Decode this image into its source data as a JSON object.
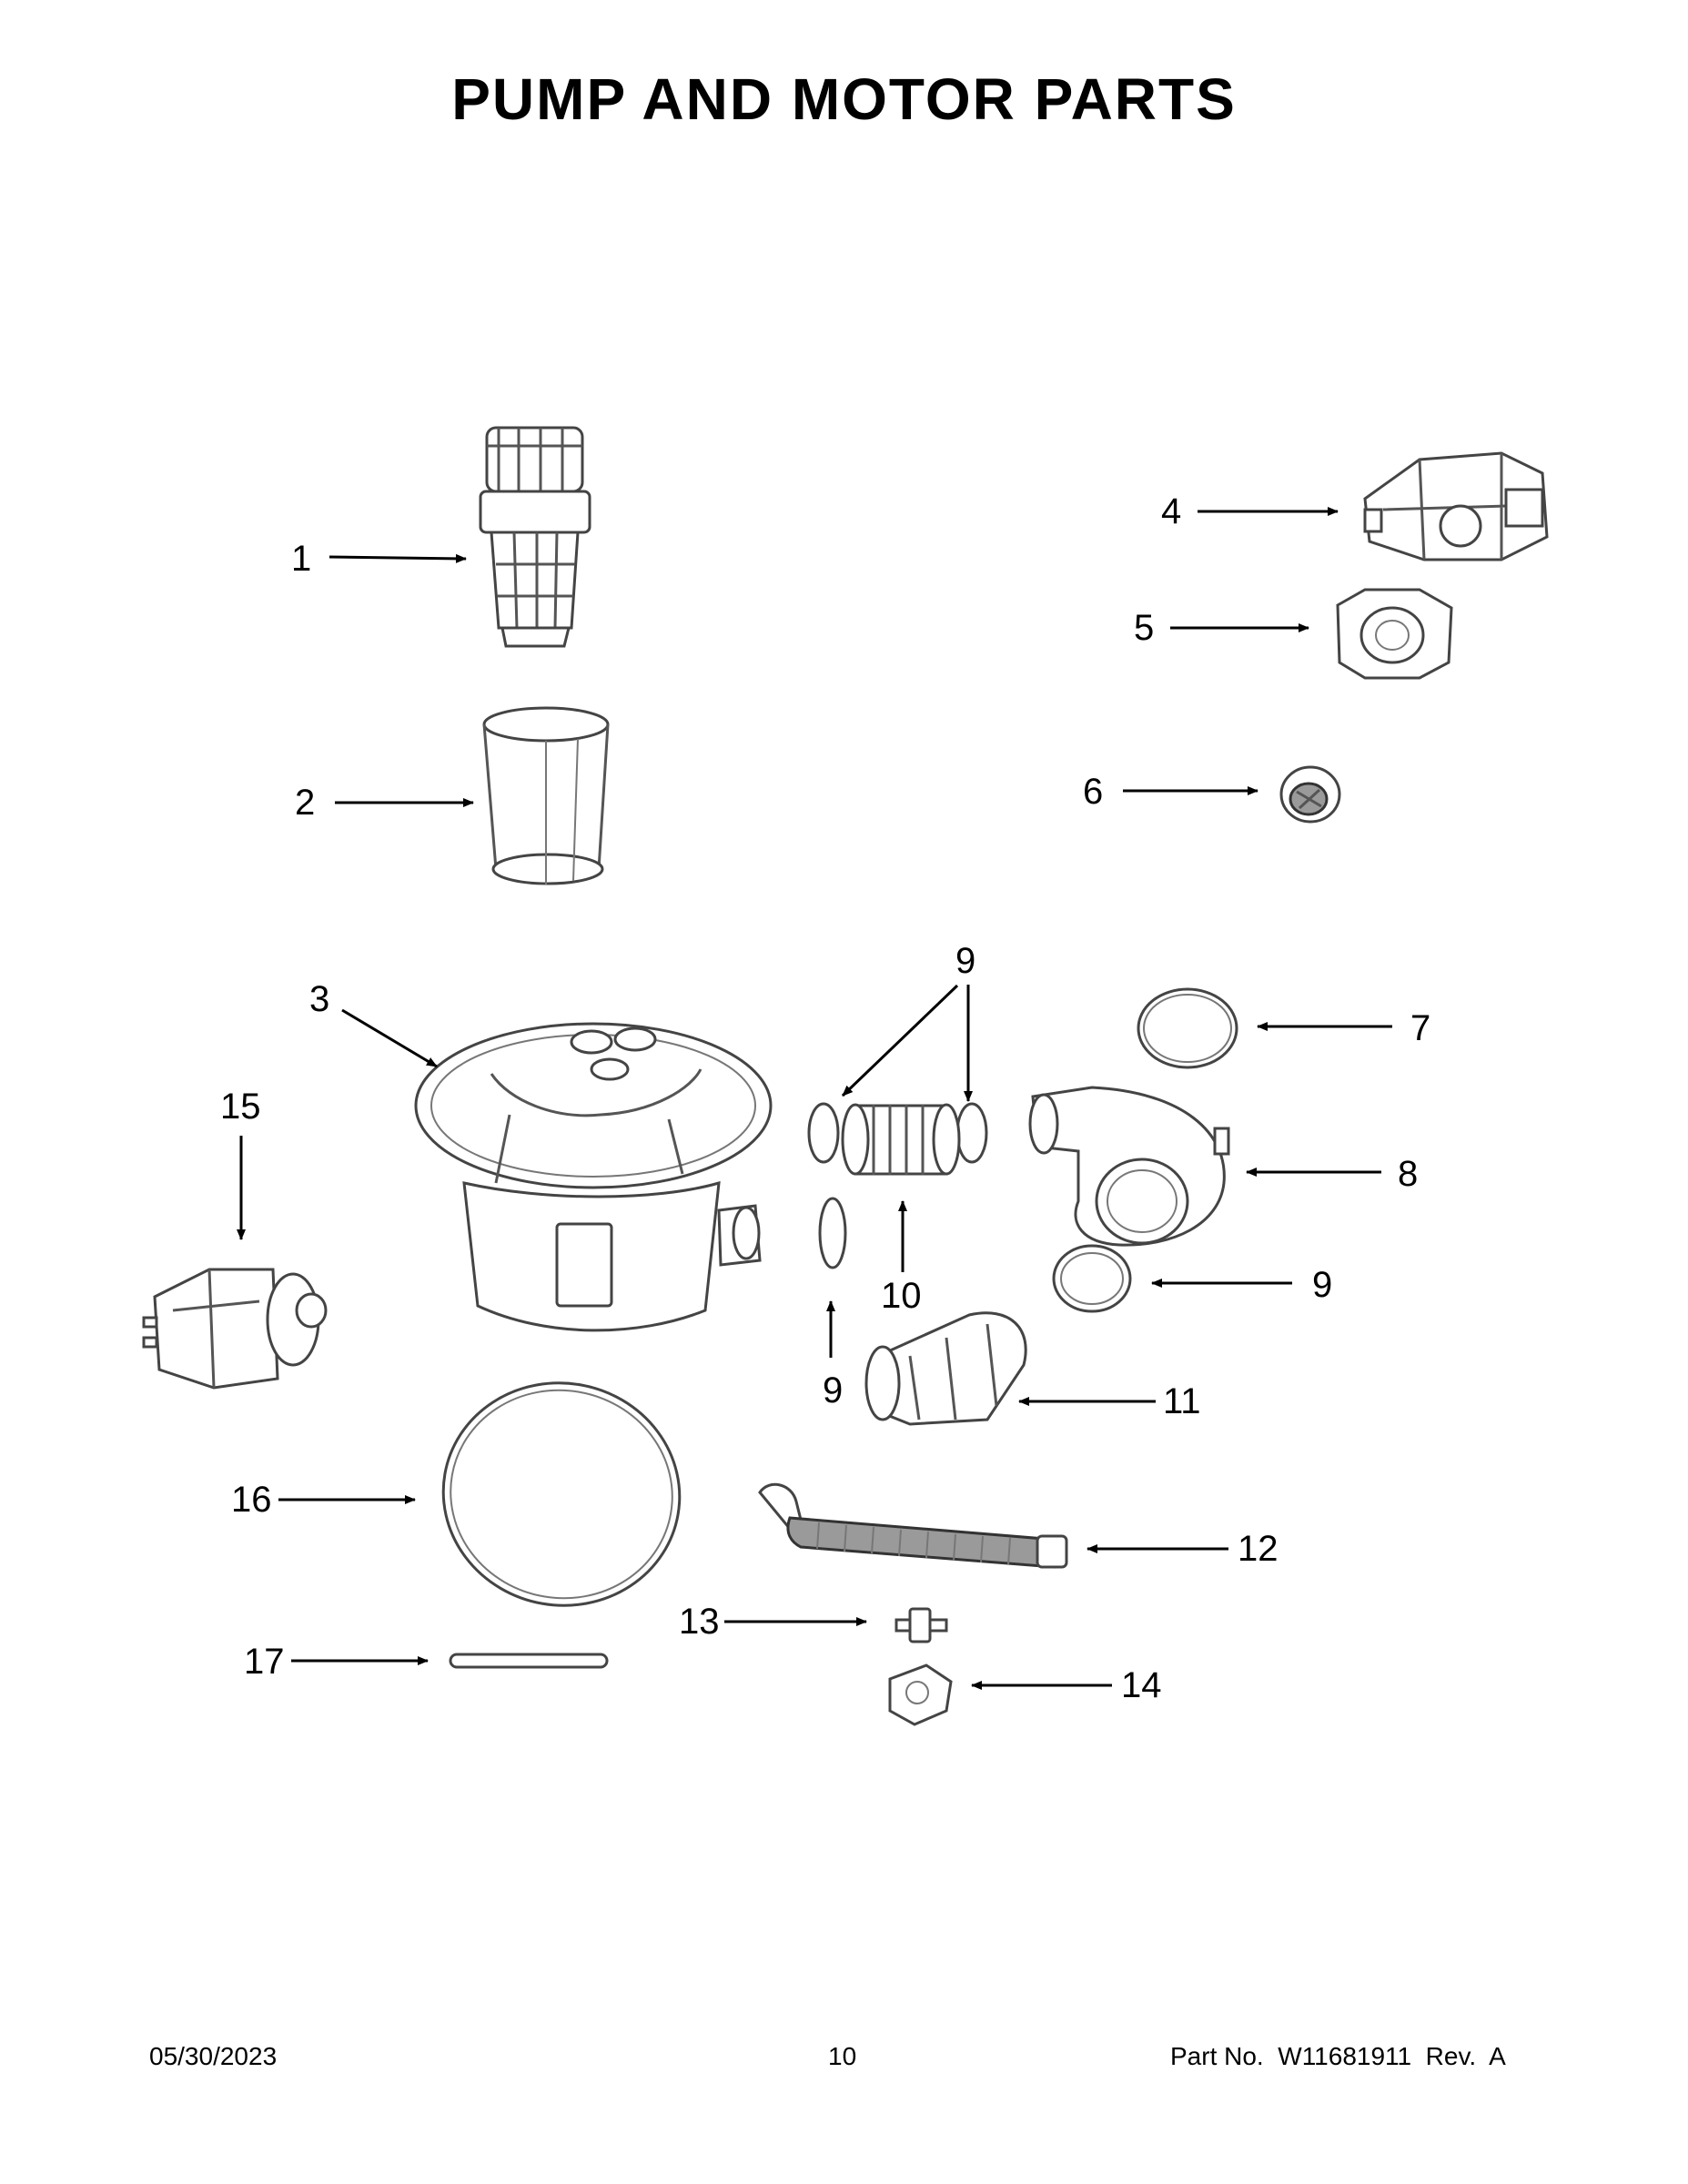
{
  "page": {
    "title": "PUMP AND MOTOR PARTS"
  },
  "callouts": {
    "c1": "1",
    "c2": "2",
    "c3": "3",
    "c4": "4",
    "c5": "5",
    "c6": "6",
    "c7": "7",
    "c8": "8",
    "c9a": "9",
    "c9b": "9",
    "c9c": "9",
    "c10": "10",
    "c11": "11",
    "c12": "12",
    "c13": "13",
    "c14": "14",
    "c15": "15",
    "c16": "16",
    "c17": "17"
  },
  "footer": {
    "date": "05/30/2023",
    "page_number": "10",
    "part_no": "Part No.  W11681911  Rev.  A"
  }
}
